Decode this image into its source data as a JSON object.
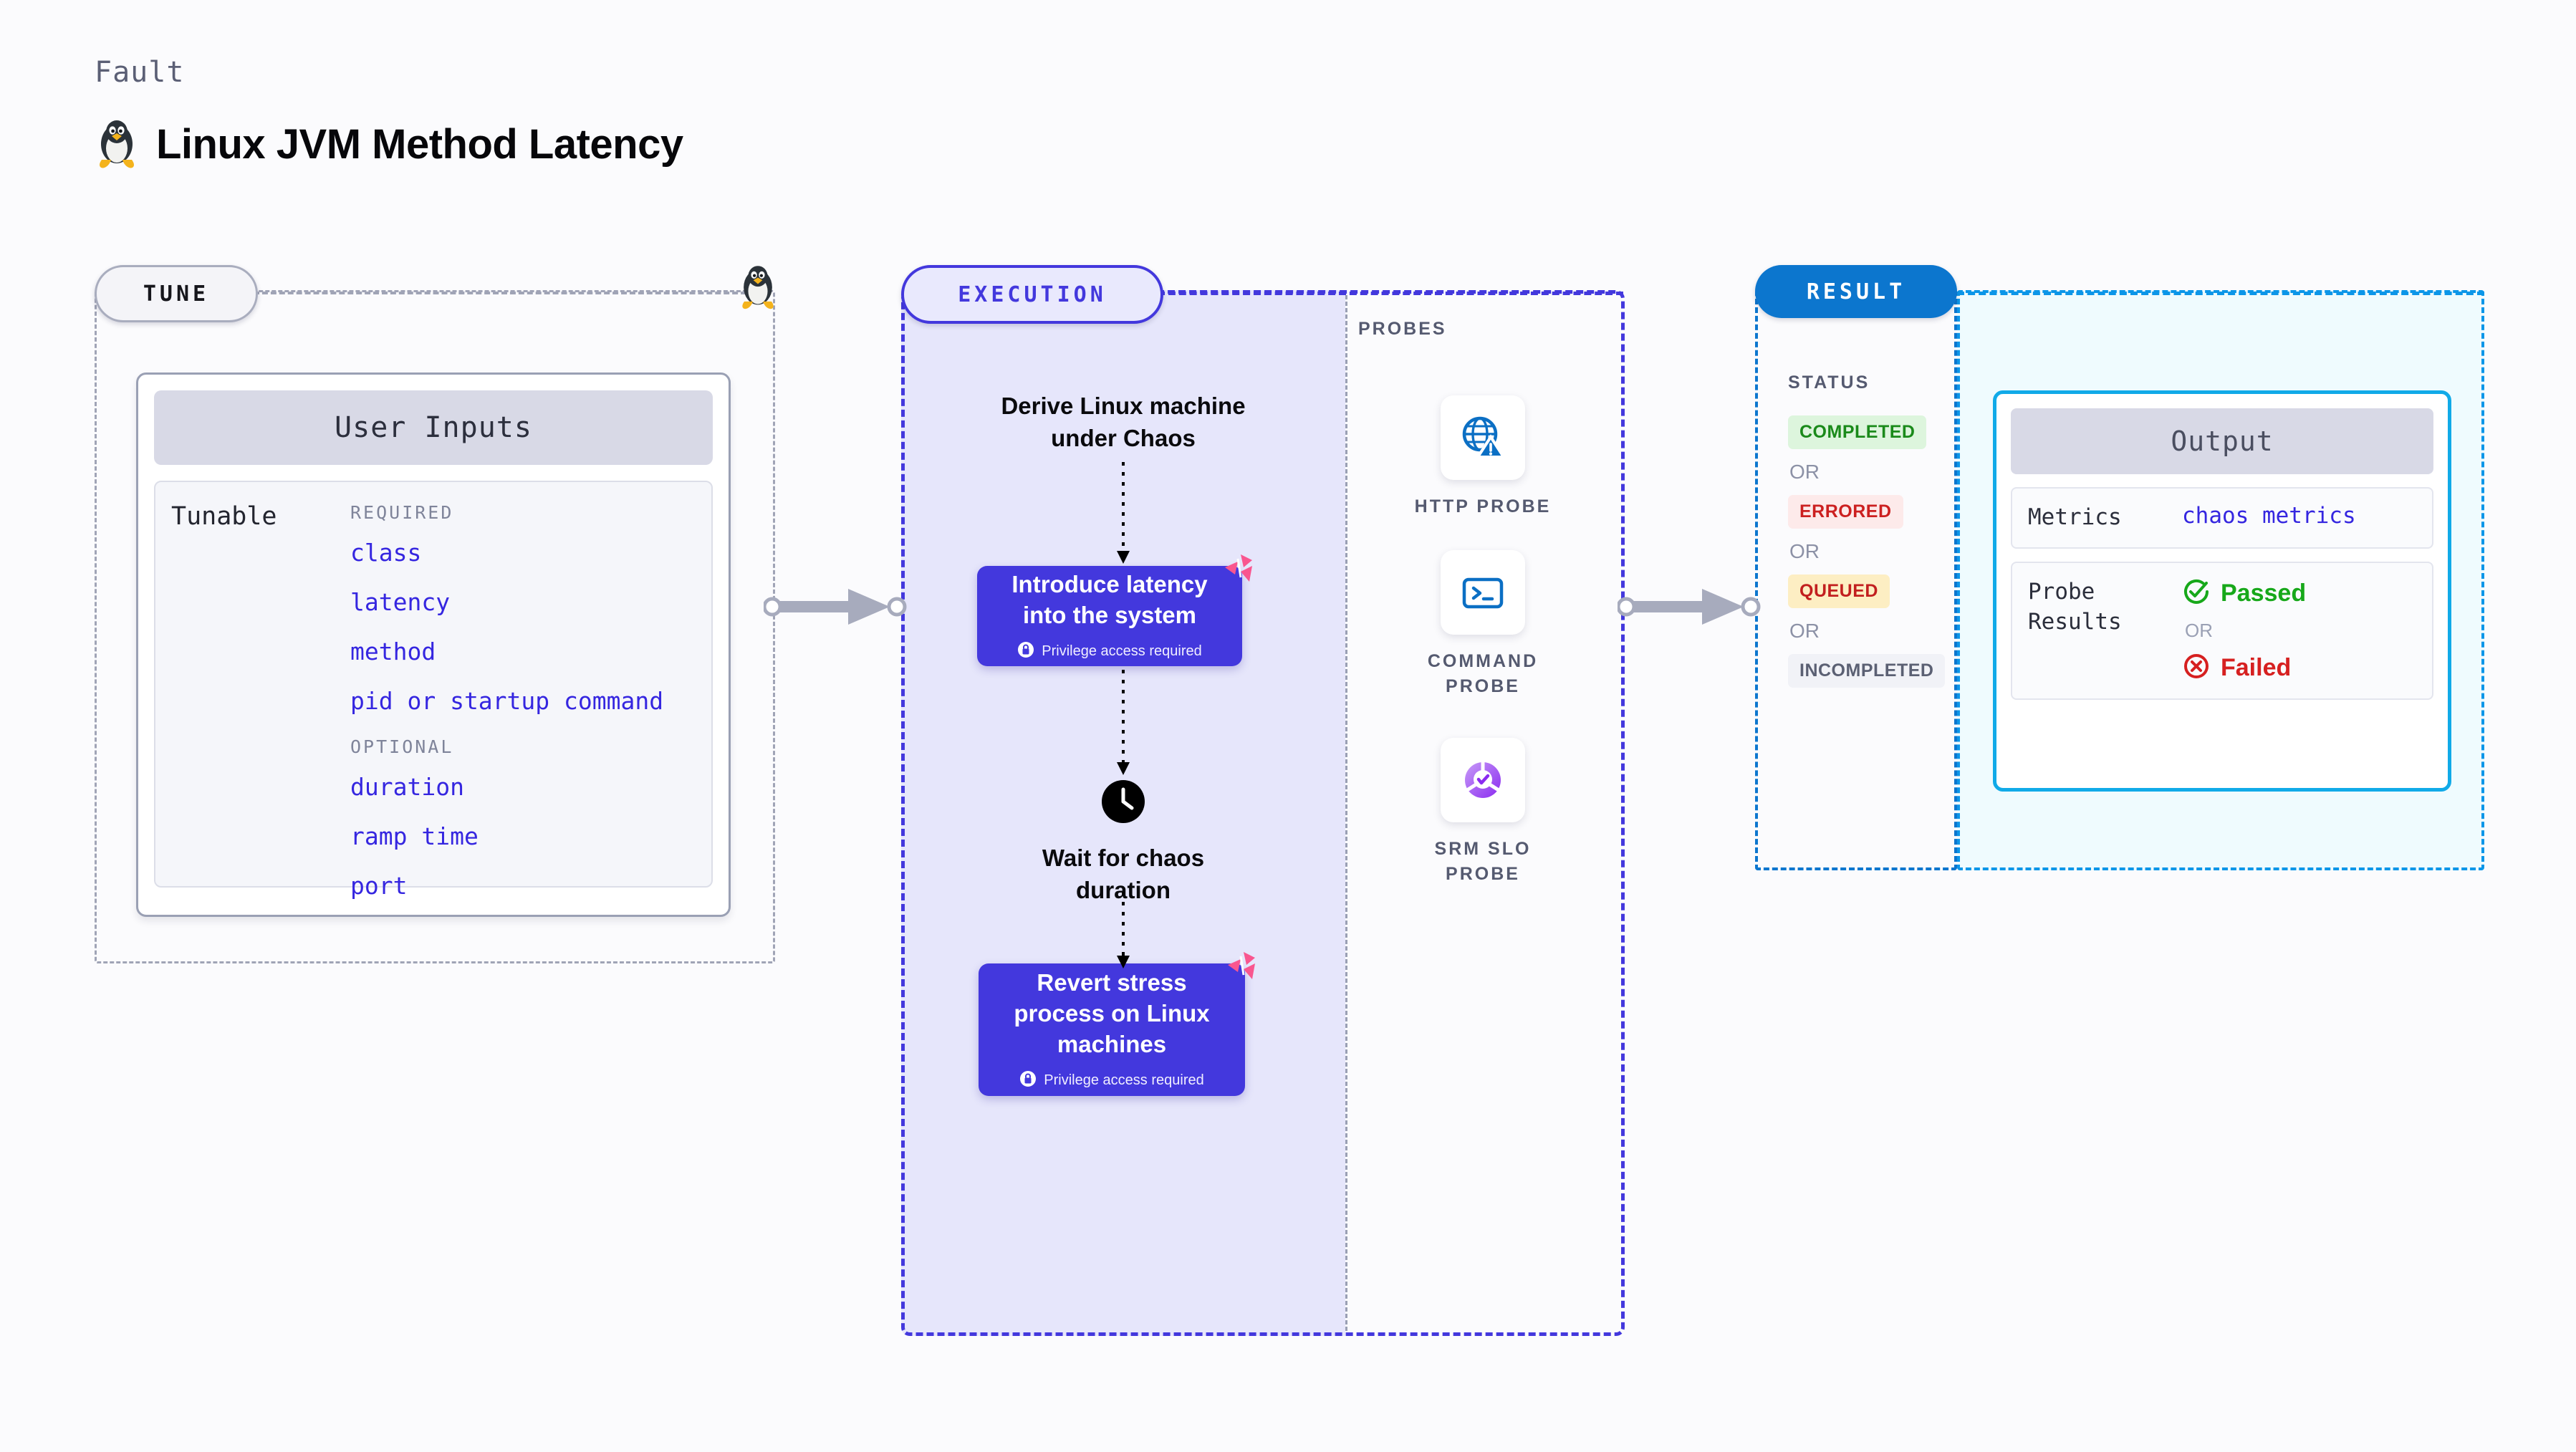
{
  "header": {
    "eyebrow": "Fault",
    "title": "Linux JVM Method Latency",
    "icon": "linux-tux-icon"
  },
  "tune": {
    "pill_label": "TUNE",
    "card_title": "User Inputs",
    "row_label": "Tunable",
    "groups": [
      {
        "title": "REQUIRED",
        "items": [
          "class",
          "latency",
          "method",
          "pid or startup command"
        ]
      },
      {
        "title": "OPTIONAL",
        "items": [
          "duration",
          "ramp time",
          "port"
        ]
      }
    ]
  },
  "execution": {
    "pill_label": "EXECUTION",
    "derive_text": "Derive Linux machine\nunder Chaos",
    "nodes": [
      {
        "title": "Introduce latency\ninto the system",
        "privilege": "Privilege access required"
      },
      {
        "title": "Revert stress\nprocess on Linux\nmachines",
        "privilege": "Privilege access required"
      }
    ],
    "wait_label": "Wait for chaos\nduration"
  },
  "probes": {
    "title": "PROBES",
    "items": [
      {
        "label": "HTTP PROBE",
        "icon": "globe-warning-icon"
      },
      {
        "label": "COMMAND PROBE",
        "icon": "terminal-icon"
      },
      {
        "label": "SRM SLO PROBE",
        "icon": "slo-donut-check-icon"
      }
    ]
  },
  "result": {
    "pill_label": "RESULT",
    "status_title": "STATUS",
    "or_label": "OR",
    "statuses": [
      {
        "label": "COMPLETED",
        "bg": "#ddf5dd",
        "fg": "#1a8a1a"
      },
      {
        "label": "ERRORED",
        "bg": "#fdeaea",
        "fg": "#cc2020"
      },
      {
        "label": "QUEUED",
        "bg": "#fdeec3",
        "fg": "#c21f1f"
      },
      {
        "label": "INCOMPLETED",
        "bg": "#f1f2f7",
        "fg": "#5b6073"
      }
    ]
  },
  "output": {
    "title": "Output",
    "metrics_key": "Metrics",
    "metrics_value": "chaos metrics",
    "probe_results_key": "Probe\nResults",
    "passed_label": "Passed",
    "failed_label": "Failed",
    "or_label": "OR"
  },
  "colors": {
    "accent_purple": "#4338dd",
    "accent_blue": "#0c76ce",
    "accent_cyan": "#11aae8",
    "mono_blue": "#3526e0",
    "litmus_pink": "#f9568f"
  }
}
